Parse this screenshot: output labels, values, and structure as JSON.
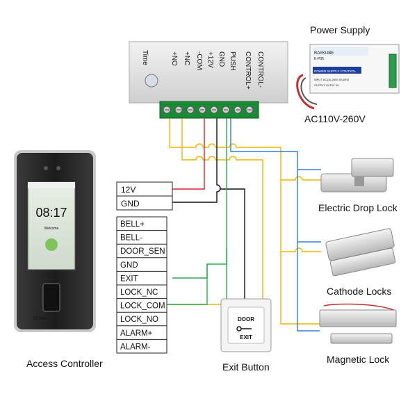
{
  "power_supply": {
    "title": "Power Supply",
    "voltage": "AC110V-260V",
    "voltage_color": "#e0201a",
    "brand": "RAYKUBE",
    "model": "K-P05",
    "panel_title": "POWER SUPPLY CONTROL",
    "input_line": "INPUT: AC110-260V 50-60HZ",
    "output_line": "OUTPUT: DC12V  3A"
  },
  "relay_box": {
    "time_label": "Time",
    "terminals": [
      "+NO",
      "+NC",
      "-COM",
      "+12V",
      "GND",
      "PUSH",
      "CONTROL+",
      "CONTROL-"
    ]
  },
  "controller_top_terminals": [
    "12V",
    "GND"
  ],
  "controller_terminals": [
    "BELL+",
    "BELL-",
    "DOOR_SEN",
    "GND",
    "EXIT",
    "LOCK_NC",
    "LOCK_COM",
    "LOCK_NO",
    "ALARM+",
    "ALARM-"
  ],
  "device": {
    "time": "08:17",
    "brand": "ZKTeco",
    "welcome": "Welcome"
  },
  "exit_button": {
    "line1": "DOOR",
    "line2": "EXIT"
  },
  "captions": {
    "access_controller": "Access Controller",
    "exit_button": "Exit Button",
    "electric_drop_lock": "Electric Drop Lock",
    "cathode_locks": "Cathode Locks",
    "magnetic_lock": "Magnetic Lock"
  },
  "wire_colors": {
    "red": "#e02020",
    "black": "#111111",
    "green": "#22b04a",
    "yellow": "#f2b400",
    "blue": "#2f7fd8"
  }
}
